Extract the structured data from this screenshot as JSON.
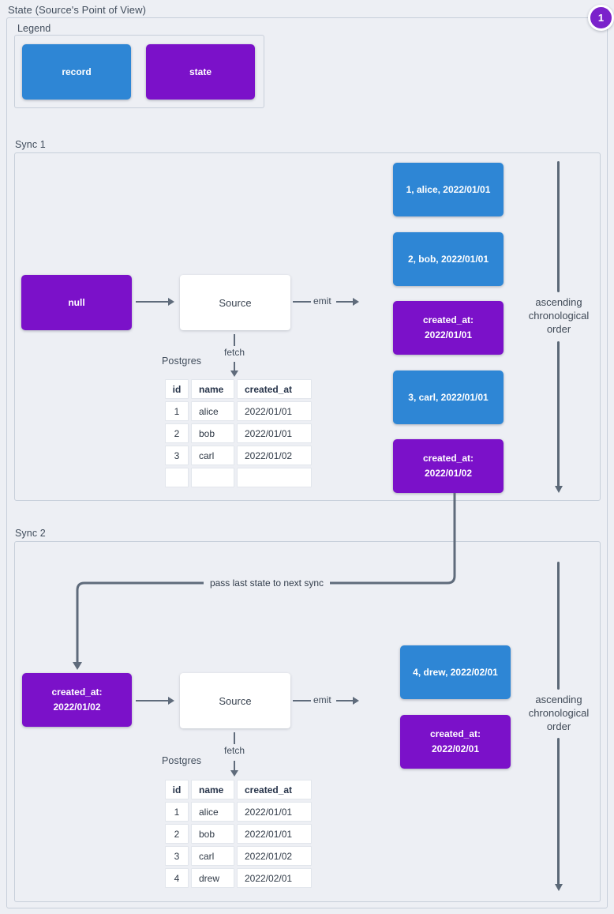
{
  "title": "State (Source's Point of View)",
  "badge": {
    "number": "1"
  },
  "legend": {
    "label": "Legend",
    "record": "record",
    "state": "state"
  },
  "colors": {
    "record_blue": "#2e86d5",
    "state_purple": "#7b11c9",
    "badge_purple": "#7b22cb",
    "arrow_gray": "#5f6b7b"
  },
  "sync1": {
    "label": "Sync 1",
    "input_state": "null",
    "source": "Source",
    "emit": "emit",
    "fetch": "fetch",
    "db": "Postgres",
    "table": {
      "headers": [
        "id",
        "name",
        "created_at"
      ],
      "rows": [
        [
          "1",
          "alice",
          "2022/01/01"
        ],
        [
          "2",
          "bob",
          "2022/01/01"
        ],
        [
          "3",
          "carl",
          "2022/01/02"
        ],
        [
          "",
          "",
          ""
        ]
      ]
    },
    "emitted": [
      "1, alice, 2022/01/01",
      "2, bob, 2022/01/01",
      "created_at:\n2022/01/01",
      "3, carl, 2022/01/01",
      "created_at:\n2022/01/02"
    ],
    "order_note": "ascending\nchronological\norder"
  },
  "connector": {
    "label": "pass last state to next sync"
  },
  "sync2": {
    "label": "Sync 2",
    "input_state": "created_at:\n2022/01/02",
    "source": "Source",
    "emit": "emit",
    "fetch": "fetch",
    "db": "Postgres",
    "table": {
      "headers": [
        "id",
        "name",
        "created_at"
      ],
      "rows": [
        [
          "1",
          "alice",
          "2022/01/01"
        ],
        [
          "2",
          "bob",
          "2022/01/01"
        ],
        [
          "3",
          "carl",
          "2022/01/02"
        ],
        [
          "4",
          "drew",
          "2022/02/01"
        ]
      ]
    },
    "emitted": [
      "4, drew, 2022/02/01",
      "created_at:\n2022/02/01"
    ],
    "order_note": "ascending\nchronological\norder"
  }
}
